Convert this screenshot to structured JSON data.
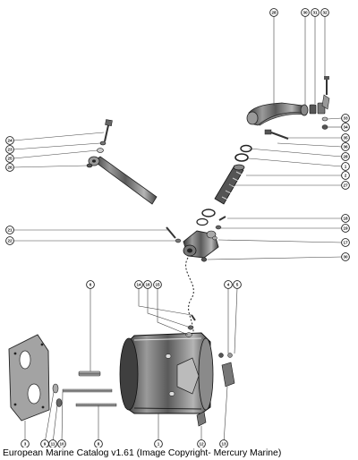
{
  "caption": "European Marine Catalog v1.61 (Image Copyright- Mercury Marine)",
  "callouts": [
    {
      "id": "c28a",
      "label": "28"
    },
    {
      "id": "c30",
      "label": "30"
    },
    {
      "id": "c31",
      "label": "31"
    },
    {
      "id": "c32",
      "label": "32"
    },
    {
      "id": "c33",
      "label": "33"
    },
    {
      "id": "c34",
      "label": "34"
    },
    {
      "id": "c35",
      "label": "35"
    },
    {
      "id": "c36",
      "label": "36"
    },
    {
      "id": "c28b",
      "label": "28"
    },
    {
      "id": "c1a",
      "label": "1"
    },
    {
      "id": "c2",
      "label": "2"
    },
    {
      "id": "c27",
      "label": "27"
    },
    {
      "id": "c24",
      "label": "24"
    },
    {
      "id": "c23",
      "label": "23"
    },
    {
      "id": "c25",
      "label": "25"
    },
    {
      "id": "c26",
      "label": "26"
    },
    {
      "id": "c18",
      "label": "18"
    },
    {
      "id": "c19",
      "label": "19"
    },
    {
      "id": "c17",
      "label": "17"
    },
    {
      "id": "c30b",
      "label": "30"
    },
    {
      "id": "c21",
      "label": "21"
    },
    {
      "id": "c22",
      "label": "22"
    },
    {
      "id": "c6",
      "label": "6"
    },
    {
      "id": "c14",
      "label": "14"
    },
    {
      "id": "c16",
      "label": "16"
    },
    {
      "id": "c15",
      "label": "15"
    },
    {
      "id": "c4",
      "label": "4"
    },
    {
      "id": "c5",
      "label": "5"
    },
    {
      "id": "c9",
      "label": "9"
    },
    {
      "id": "c11",
      "label": "11"
    },
    {
      "id": "c10",
      "label": "10"
    },
    {
      "id": "c8",
      "label": "8"
    },
    {
      "id": "c3",
      "label": "3"
    },
    {
      "id": "c1b",
      "label": "1"
    },
    {
      "id": "c12",
      "label": "12"
    },
    {
      "id": "c13",
      "label": "13"
    }
  ]
}
